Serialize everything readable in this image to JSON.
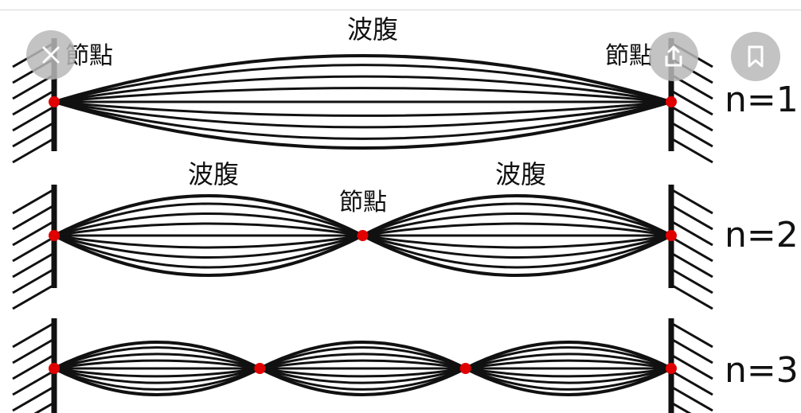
{
  "diagram": {
    "modes": [
      {
        "harmonic_label": "n=1",
        "labels": {
          "antinode_top": "波腹",
          "node_left": "節點",
          "node_right": "節點"
        },
        "loops": 1
      },
      {
        "harmonic_label": "n=2",
        "labels": {
          "antinode_left": "波腹",
          "node_middle": "節點",
          "antinode_right": "波腹"
        },
        "loops": 2
      },
      {
        "harmonic_label": "n=3",
        "labels": {},
        "loops": 3
      }
    ],
    "colors": {
      "string": "#111111",
      "node": "#e00000",
      "wall": "#111111"
    }
  },
  "overlay": {
    "close_icon": "close-icon",
    "share_icon": "share-icon",
    "bookmark_icon": "bookmark-icon"
  }
}
